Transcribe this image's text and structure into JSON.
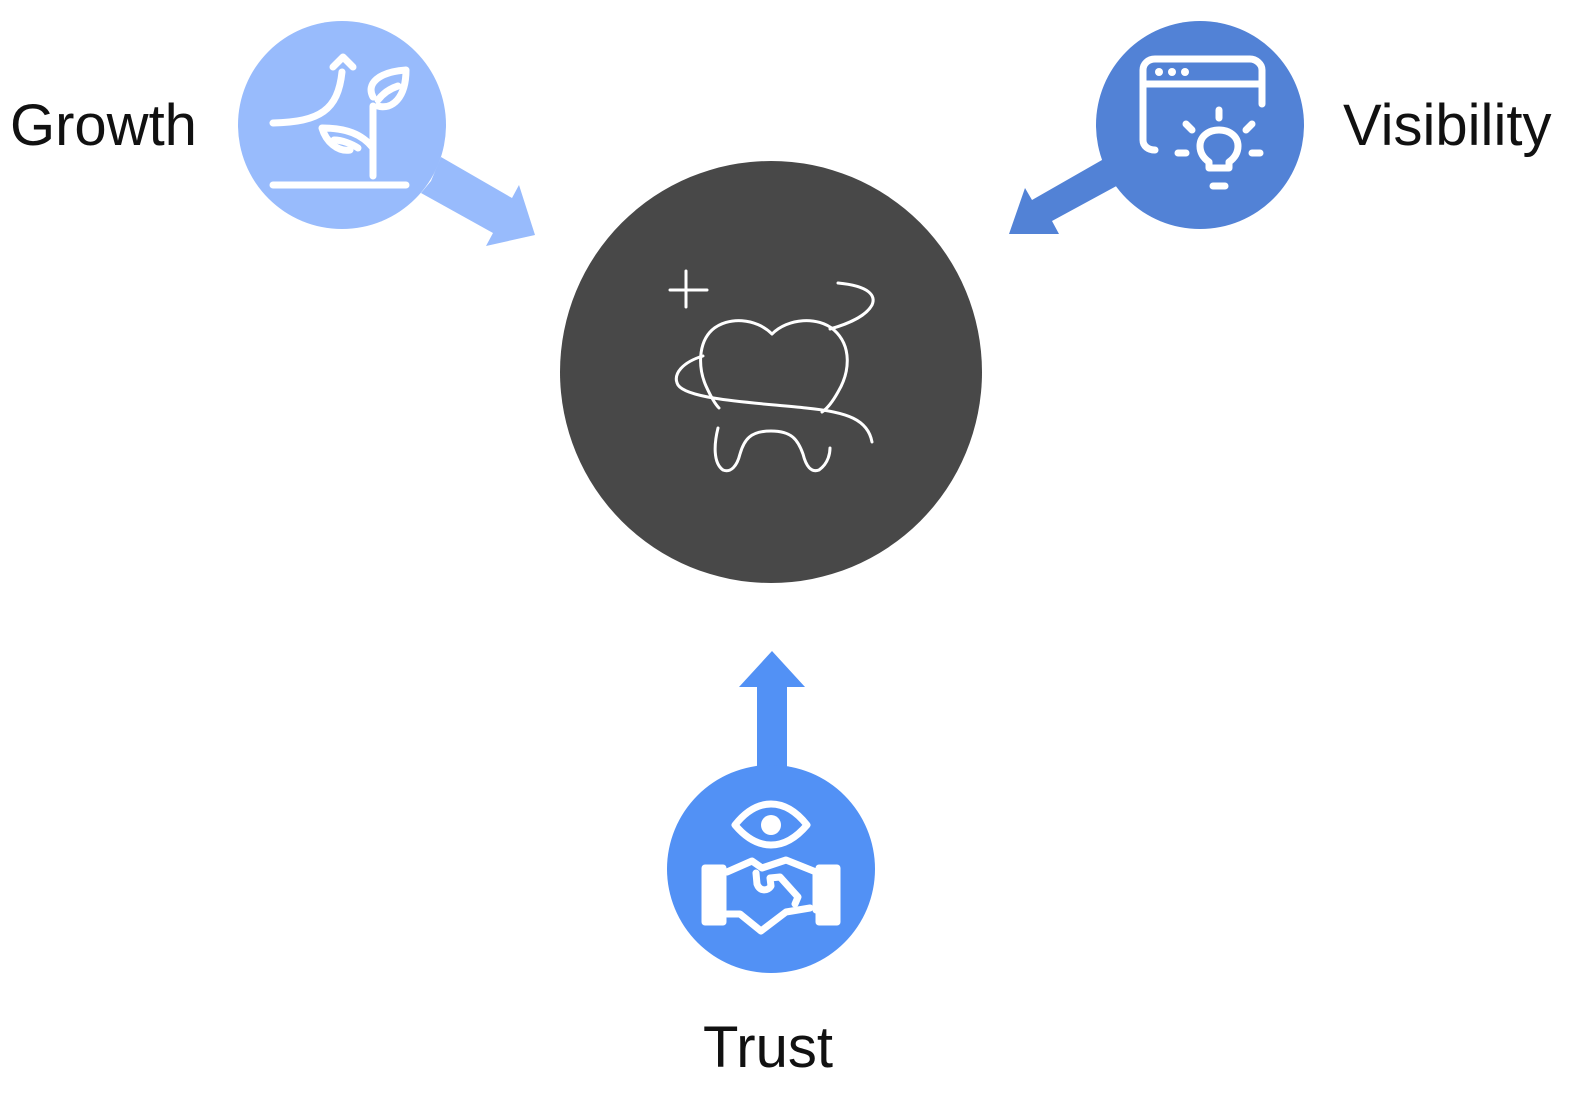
{
  "nodes": {
    "growth": {
      "label": "Growth",
      "icon": "plant-growth-icon",
      "color": "#98BBFC"
    },
    "visibility": {
      "label": "Visibility",
      "icon": "browser-lightbulb-icon",
      "color": "#5282D6"
    },
    "trust": {
      "label": "Trust",
      "icon": "handshake-eye-icon",
      "color": "#5291F5"
    },
    "center": {
      "icon": "dental-care-tooth-icon",
      "color": "#484848"
    }
  }
}
